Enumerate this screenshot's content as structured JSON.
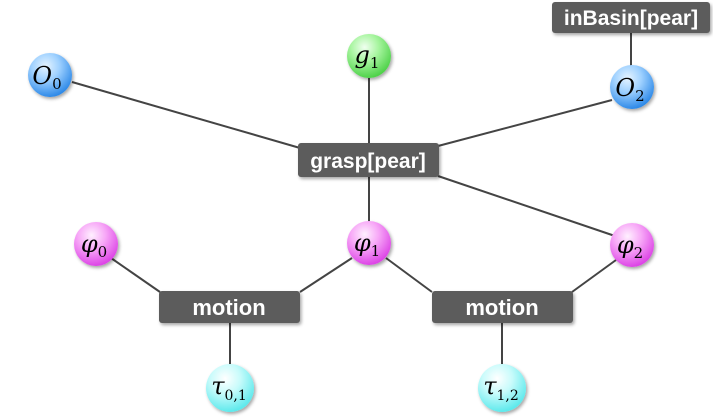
{
  "diagram": {
    "boxes": {
      "in_basin": "inBasin[pear]",
      "grasp": "grasp[pear]",
      "motion_1": "motion",
      "motion_2": "motion"
    },
    "nodes": {
      "o0": {
        "base": "O",
        "sub": "0"
      },
      "g1": {
        "base": "g",
        "sub": "1"
      },
      "o2": {
        "base": "O",
        "sub": "2"
      },
      "phi0": {
        "base": "φ",
        "sub": "0"
      },
      "phi1": {
        "base": "φ",
        "sub": "1"
      },
      "phi2": {
        "base": "φ",
        "sub": "2"
      },
      "tau01": {
        "base": "τ",
        "sub": "0,1"
      },
      "tau12": {
        "base": "τ",
        "sub": "1,2"
      }
    },
    "colors": {
      "box_fill": "#5b5b5b",
      "edge": "#444444",
      "node_blue_light": "#bfe3ff",
      "node_blue_dark": "#3a96f0",
      "node_green_light": "#d9ffd0",
      "node_green_dark": "#6fe46a",
      "node_magenta_light": "#ffd6ff",
      "node_magenta_dark": "#ea6af0",
      "node_cyan_light": "#e6ffff",
      "node_cyan_dark": "#7ff2f4"
    }
  }
}
